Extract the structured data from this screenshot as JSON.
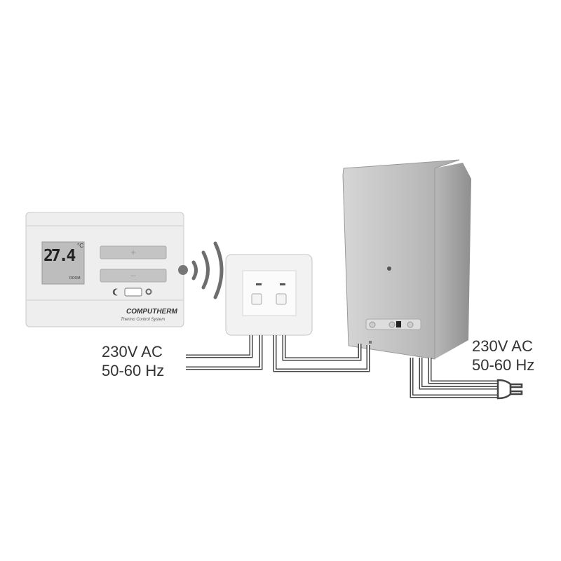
{
  "thermostat": {
    "temperature": "27.4",
    "unit": "°C",
    "mode": "ROOM",
    "plus_label": "+",
    "minus_label": "–",
    "brand": "COMPUTHERM",
    "tagline": "Thermo Control System"
  },
  "receiver": {
    "button_count": 2
  },
  "supply_left": {
    "voltage": "230V AC",
    "frequency": "50-60 Hz"
  },
  "supply_right": {
    "voltage": "230V AC",
    "frequency": "50-60 Hz"
  },
  "icons": [
    "wireless-signal-icon",
    "moon-icon",
    "sun-icon",
    "power-plug-icon"
  ],
  "colors": {
    "device": "#f0f0f0",
    "boiler": "#c8c8c8",
    "wire": "#444444",
    "signal": "#6e6e6e"
  }
}
